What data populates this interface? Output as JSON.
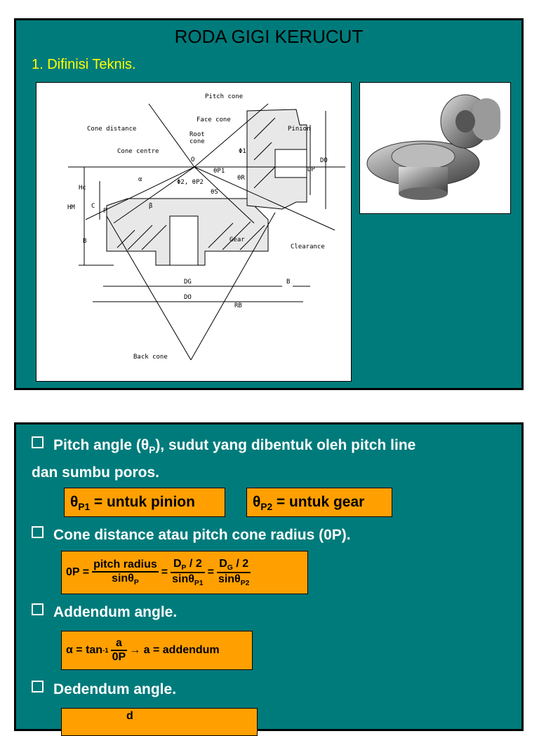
{
  "slide1": {
    "title": "RODA GIGI KERUCUT",
    "subtitle": "1. Difinisi Teknis.",
    "diagram": {
      "pitch_cone": "Pitch cone",
      "face_cone": "Face cone",
      "root_cone": "Root",
      "root_cone2": "cone",
      "cone_distance": "Cone distance",
      "cone_centre": "Cone centre",
      "pinion": "Pinion",
      "gear": "Gear",
      "clearance": "Clearance",
      "back_cone": "Back cone",
      "o": "O",
      "p": "P",
      "c": "C",
      "hc": "Hc",
      "hm": "HM",
      "b_left": "B",
      "b_right": "B",
      "dg": "DG",
      "do_bottom": "DO",
      "do_right": "DO",
      "dp": "DP",
      "rb": "RB",
      "alpha": "α",
      "beta": "β",
      "theta_p1": "θP1",
      "theta_r": "θR",
      "theta_s": "θS",
      "phi1": "Φ1",
      "phi2": "Φ2, θP2"
    }
  },
  "slide2": {
    "bullet1_a": "Pitch angle (θ",
    "bullet1_sub": "P",
    "bullet1_b": "), sudut yang dibentuk oleh pitch line",
    "bullet1_c": "dan sumbu poros.",
    "box_pinion_theta": "θ",
    "box_pinion_sub": "P1",
    "box_pinion_text": " = untuk pinion",
    "box_gear_theta": "θ",
    "box_gear_sub": "P2",
    "box_gear_text": " = untuk gear",
    "bullet2": "Cone distance atau pitch cone radius (0P).",
    "f_op": "0P =",
    "f_num1": "pitch radius",
    "f_den1": "sinθ",
    "f_den1_sub": "P",
    "f_eq1": "=",
    "f_num2": "D",
    "f_num2_sub": "P",
    "f_num2_b": " / 2",
    "f_den2": "sinθ",
    "f_den2_sub": "P1",
    "f_eq2": "=",
    "f_num3": "D",
    "f_num3_sub": "G",
    "f_num3_b": " / 2",
    "f_den3": "sinθ",
    "f_den3_sub": "P2",
    "bullet3": "Addendum angle.",
    "f_alpha": "α = tan",
    "f_alpha_sup": "-1",
    "f_alpha_num": "a",
    "f_alpha_den": "0P",
    "f_alpha_rest": "→ a = addendum",
    "bullet4": "Dedendum angle.",
    "f_dnum": "d"
  }
}
